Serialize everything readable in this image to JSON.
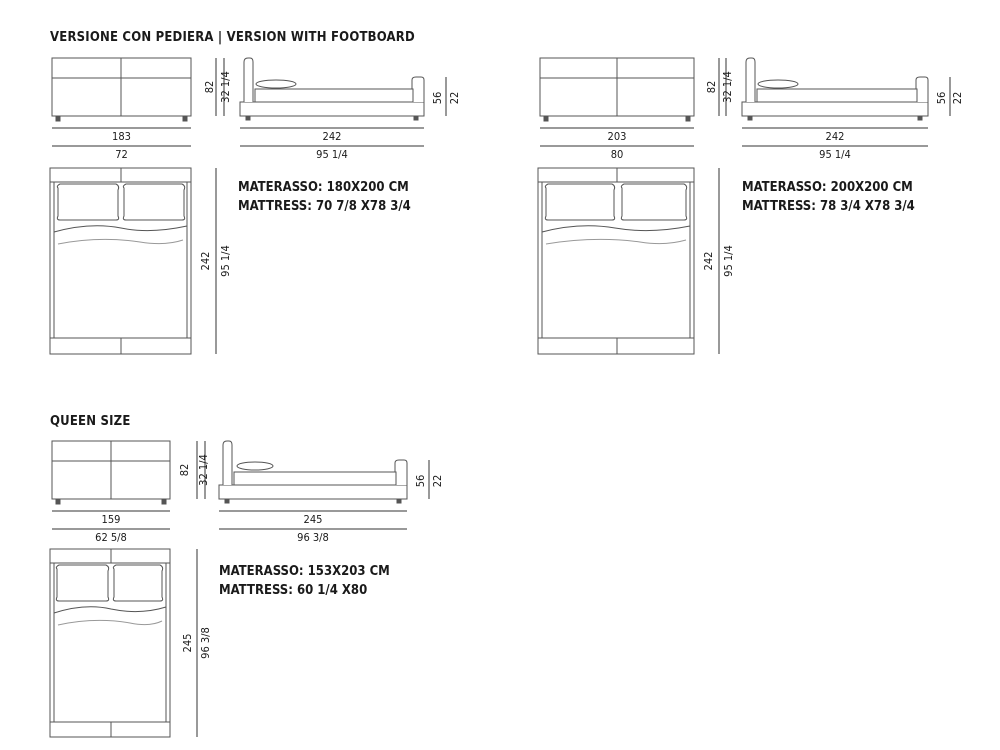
{
  "sections": {
    "footboard_heading": "VERSIONE CON PEDIERA | VERSION WITH FOOTBOARD",
    "queen_heading": "QUEEN SIZE"
  },
  "beds": [
    {
      "width_cm": "183",
      "width_in": "72",
      "length_cm": "242",
      "length_in": "95 1/4",
      "head_h_cm": "82",
      "head_h_in": "32 1/4",
      "foot_h_cm": "56",
      "foot_h_in": "22",
      "side_len_cm": "242",
      "side_len_in": "95 1/4",
      "plan_len_cm": "242",
      "plan_len_in": "95 1/4",
      "materasso": "MATERASSO: 180X200 CM",
      "mattress": "MATTRESS: 70 7/8 X78 3/4"
    },
    {
      "width_cm": "203",
      "width_in": "80",
      "length_cm": "242",
      "length_in": "95 1/4",
      "head_h_cm": "82",
      "head_h_in": "32 1/4",
      "foot_h_cm": "56",
      "foot_h_in": "22",
      "side_len_cm": "242",
      "side_len_in": "95 1/4",
      "plan_len_cm": "242",
      "plan_len_in": "95 1/4",
      "materasso": "MATERASSO: 200X200 CM",
      "mattress": "MATTRESS: 78 3/4 X78 3/4"
    },
    {
      "width_cm": "159",
      "width_in": "62 5/8",
      "length_cm": "245",
      "length_in": "96 3/8",
      "head_h_cm": "82",
      "head_h_in": "32 1/4",
      "foot_h_cm": "56",
      "foot_h_in": "22",
      "side_len_cm": "245",
      "side_len_in": "96 3/8",
      "plan_len_cm": "245",
      "plan_len_in": "96 3/8",
      "materasso": "MATERASSO: 153X203 CM",
      "mattress": "MATTRESS: 60 1/4 X80"
    }
  ]
}
